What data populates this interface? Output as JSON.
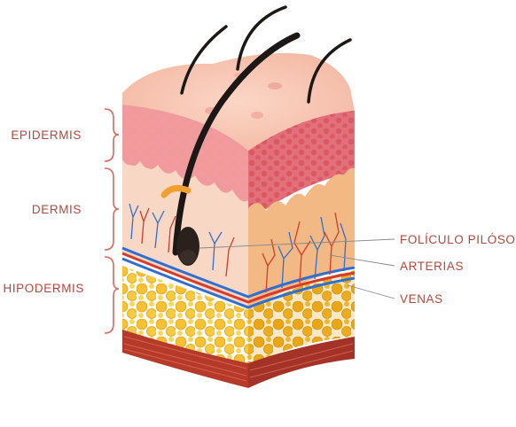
{
  "labels": {
    "epidermis": "EPIDERMIS",
    "dermis": "DERMIS",
    "hipodermis": "HIPODERMIS",
    "foliculo": "FOLÍCULO PILÓSO",
    "arterias": "ARTERIAS",
    "venas": "VENAS"
  },
  "colors": {
    "label": "#b5463a",
    "bracket": "#d96a5e",
    "leader": "#888888",
    "artery": "#d83a2a",
    "vein": "#2f6fd0",
    "fat": "#f1b51e",
    "hair": "#1d1715"
  }
}
